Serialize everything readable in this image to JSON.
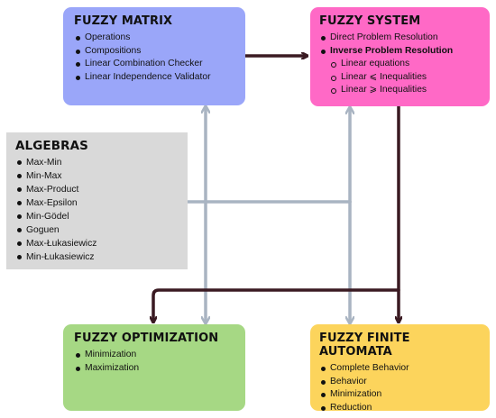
{
  "fuzzy_matrix": {
    "title": "FUZZY MATRIX",
    "items": [
      "Operations",
      "Compositions",
      "Linear Combination Checker",
      "Linear Independence Validator"
    ]
  },
  "fuzzy_system": {
    "title": "FUZZY SYSTEM",
    "items": [
      "Direct Problem Resolution",
      "Inverse Problem Resolution"
    ],
    "subitems": [
      "Linear equations",
      "Linear ⩽ Inequalities",
      "Linear ⩾ Inequalities"
    ]
  },
  "algebras": {
    "title": "ALGEBRAS",
    "items": [
      "Max-Min",
      "Min-Max",
      "Max-Product",
      "Max-Epsilon",
      "Min-Gödel",
      "Goguen",
      "Max-Łukasiewicz",
      "Min-Łukasiewicz"
    ]
  },
  "fuzzy_optimization": {
    "title": "FUZZY OPTIMIZATION",
    "items": [
      "Minimization",
      "Maximization"
    ]
  },
  "fuzzy_finite_automata": {
    "title": "FUZZY FINITE AUTOMATA",
    "items": [
      "Complete Behavior",
      "Behavior",
      "Minimization",
      "Reduction"
    ]
  },
  "colors": {
    "fuzzy_matrix": "#9aa6f9",
    "fuzzy_system": "#ff69c6",
    "algebras": "#d9d9d9",
    "fuzzy_optimization": "#a6d884",
    "fuzzy_finite_automata": "#fcd45c",
    "dark_arrow": "#3a1a22",
    "light_arrow": "#a9b4c2"
  }
}
